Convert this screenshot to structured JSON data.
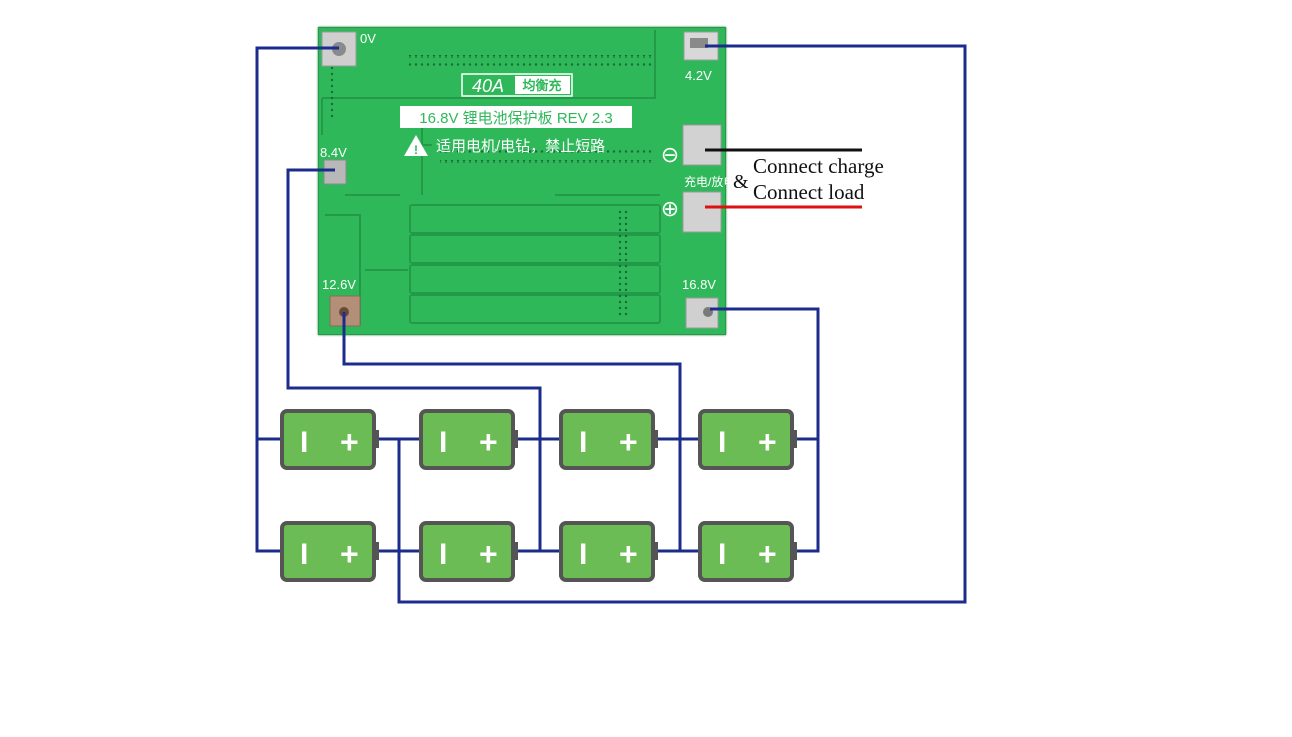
{
  "board": {
    "rating": "40A",
    "rating_tag": "均衡充",
    "title": "16.8V 锂电池保护板 REV 2.3",
    "warning": "适用电机/电钻，禁止短路",
    "charge_label": "充电/放电",
    "pad_labels": {
      "p0v": "0V",
      "p42v": "4.2V",
      "p84v": "8.4V",
      "p126v": "12.6V",
      "p168v": "16.8V"
    },
    "minus_symbol": "⊖",
    "plus_symbol": "⊕"
  },
  "annotation": {
    "amp": "&",
    "line1": "Connect charge",
    "line2": "Connect load"
  },
  "cell_glyphs": {
    "minus": "I",
    "plus": "+"
  },
  "colors": {
    "wire": "#1c2c8c",
    "board": "#2fb85a",
    "cell_fill": "#6cbc55",
    "cell_border": "#555555",
    "neg_lead": "#111111",
    "pos_lead": "#dd1111"
  }
}
